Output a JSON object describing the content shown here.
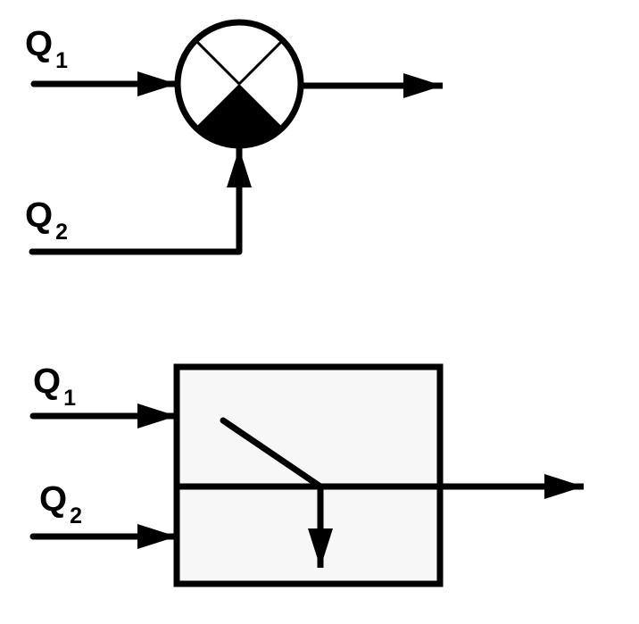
{
  "diagram_top": {
    "input_1": {
      "letter": "Q",
      "subscript": "1"
    },
    "input_2": {
      "letter": "Q",
      "subscript": "2"
    }
  },
  "diagram_bottom": {
    "input_1": {
      "letter": "Q",
      "subscript": "1"
    },
    "input_2": {
      "letter": "Q",
      "subscript": "2"
    }
  },
  "colors": {
    "stroke": "#000000",
    "background": "#ffffff",
    "box_fill": "#f7f7f7"
  }
}
